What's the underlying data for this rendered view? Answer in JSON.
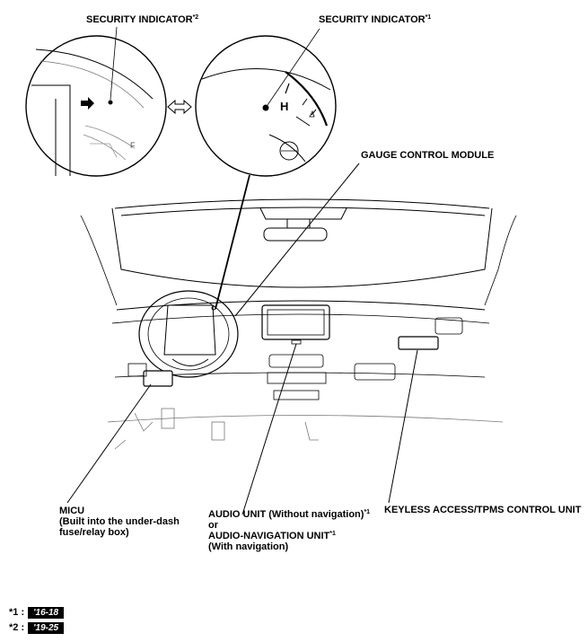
{
  "labels": {
    "security_indicator_2": "SECURITY INDICATOR",
    "security_indicator_2_mark": "*2",
    "security_indicator_1": "SECURITY INDICATOR",
    "security_indicator_1_mark": "*1",
    "gauge_control_module": "GAUGE CONTROL MODULE",
    "micu_line1": "MICU",
    "micu_line2": "(Built into the under-dash",
    "micu_line3": "fuse/relay box)",
    "audio_line1": "AUDIO UNIT (Without navigation)",
    "audio_line1_mark": "*1",
    "audio_line2": "or",
    "audio_line3": "AUDIO-NAVIGATION UNIT",
    "audio_line3_mark": "*1",
    "audio_line4": "(With navigation)",
    "keyless": "KEYLESS ACCESS/TPMS CONTROL UNIT",
    "gauge_h": "H",
    "gauge_f": "F"
  },
  "footnotes": [
    {
      "mark": "*1 :",
      "years": "'16-18"
    },
    {
      "mark": "*2 :",
      "years": "'19-25"
    }
  ]
}
